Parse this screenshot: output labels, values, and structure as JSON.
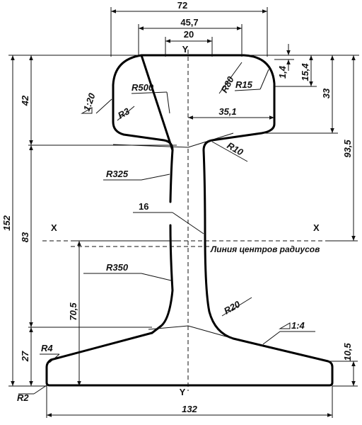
{
  "diagram": {
    "axes": {
      "y_top": "Y",
      "y_bottom": "Y",
      "x_left": "X",
      "x_right": "X"
    },
    "center_line_label": "Линия центров радиусов",
    "dimensions": {
      "width_head": "72",
      "head_45_7": "45,7",
      "head_20": "20",
      "head_1_4": "1,4",
      "head_15_4": "15,4",
      "head_33": "33",
      "web_93_5": "93,5",
      "total_height": "152",
      "head_height": "42",
      "web_83": "83",
      "foot_70_5": "70,5",
      "foot_27": "27",
      "foot_10_5": "10,5",
      "base_width": "132",
      "half_head_35_1": "35,1",
      "web_16": "16"
    },
    "radii": {
      "r500": "R500",
      "r80": "R80",
      "r15": "R15",
      "r3": "R3",
      "r10": "R10",
      "r325": "R325",
      "r350": "R350",
      "r20": "R20",
      "r4": "R4",
      "r2": "R2"
    },
    "slopes": {
      "head": "1:20",
      "foot": "1:4"
    }
  }
}
